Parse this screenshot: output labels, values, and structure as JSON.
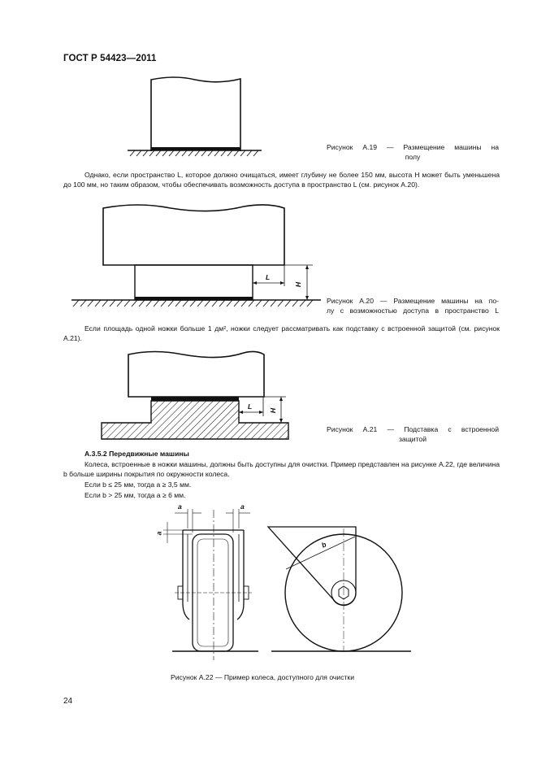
{
  "header": {
    "standard": "ГОСТ Р 54423—2011"
  },
  "figures": {
    "a19": {
      "caption_line1": "Рисунок  А.19 —  Размещение   машины   на",
      "caption_line2": "полу"
    },
    "a20": {
      "caption_line1": "Рисунок  А.20 — Размещение машины на по-",
      "caption_line2": "лу с возможностью доступа в пространство L",
      "label_L": "L",
      "label_H": "H"
    },
    "a21": {
      "caption_line1": "Рисунок   А.21 — Подставка   с   встроенной",
      "caption_line2": "защитой",
      "label_L": "L",
      "label_H": "H"
    },
    "a22": {
      "caption": "Рисунок  А.22 — Пример колеса, доступного для очистки",
      "label_a": "a",
      "label_b": "b"
    }
  },
  "text": {
    "para1": "Однако, если пространство L, которое должно очищаться, имеет глубину не более 150 мм, высота H может быть уменьшена до 100 мм, но таким образом, чтобы обеспечивать возможность доступа в пространство L (см. рисунок А.20).",
    "para2": "Если площадь одной ножки больше 1 дм², ножки следует рассматривать как подставку с встроенной защитой (см. рисунок А.21).",
    "section_title": "А.3.5.2 Передвижные машины",
    "para3": "Колеса, встроенные в ножки машины, должны быть доступны для очистки. Пример представлен на рисунке А.22, где величина b больше ширины покрытия по окружности колеса.",
    "cond1": "Если b ≤ 25 мм, тогда a ≥ 3,5 мм.",
    "cond2": "Если b > 25 мм, тогда a ≥ 6 мм."
  },
  "footer": {
    "page_number": "24"
  }
}
